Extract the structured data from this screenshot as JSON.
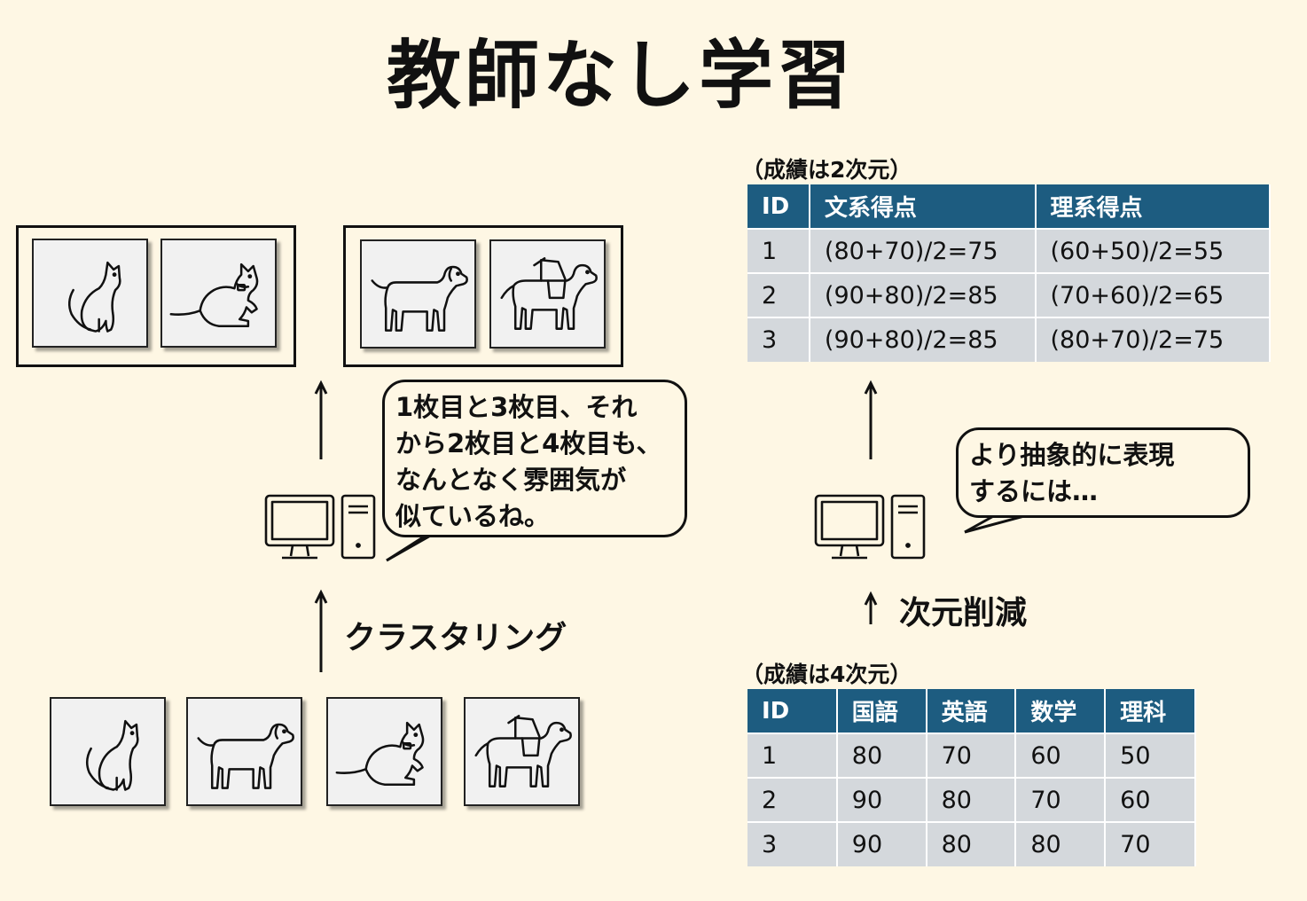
{
  "title": "教師なし学習",
  "clustering_label": "クラスタリング",
  "bubble_left": "1枚目と3枚目、それ\nから2枚目と4枚目も、\nなんとなく雰囲気が\n似ているね。",
  "bubble_right": "より抽象的に表現\nするには…",
  "dim_reduction_label": "次元削減",
  "table_2d": {
    "caption": "（成績は2次元）",
    "headers": [
      "ID",
      "文系得点",
      "理系得点"
    ],
    "rows": [
      [
        "1",
        "(80+70)/2=75",
        "(60+50)/2=55"
      ],
      [
        "2",
        "(90+80)/2=85",
        "(70+60)/2=65"
      ],
      [
        "3",
        "(90+80)/2=85",
        "(80+70)/2=75"
      ]
    ]
  },
  "table_4d": {
    "caption": "（成績は4次元）",
    "headers": [
      "ID",
      "国語",
      "英語",
      "数学",
      "理科"
    ],
    "rows": [
      [
        "1",
        "80",
        "70",
        "60",
        "50"
      ],
      [
        "2",
        "90",
        "80",
        "70",
        "60"
      ],
      [
        "3",
        "90",
        "80",
        "80",
        "70"
      ]
    ]
  },
  "images": [
    "sitting-cat-icon",
    "walking-dog-icon",
    "crouching-cat-icon",
    "guide-dog-icon"
  ]
}
